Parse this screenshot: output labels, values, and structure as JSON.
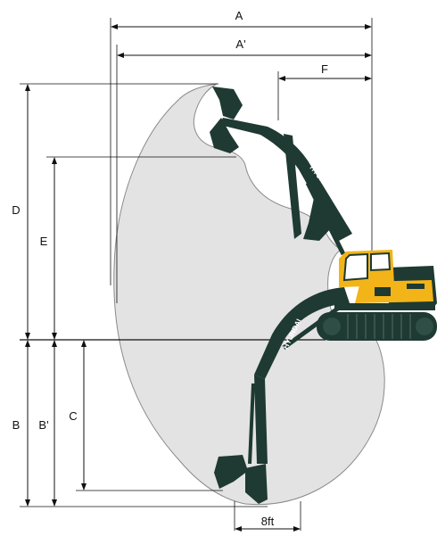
{
  "dimensions": {
    "A": "A",
    "A_prime": "A'",
    "F": "F",
    "D": "D",
    "E": "E",
    "B": "B",
    "B_prime": "B'",
    "C": "C",
    "width_8ft": "8ft"
  },
  "branding": {
    "boom_text_upper": "HYUNDAI",
    "boom_text_lower": "HYUNDAI"
  },
  "colors": {
    "envelope_fill": "#e3e3e3",
    "envelope_stroke": "#8a8a8a",
    "machine_dark": "#1e3a32",
    "machine_yellow": "#f2b418",
    "line": "#111111"
  }
}
